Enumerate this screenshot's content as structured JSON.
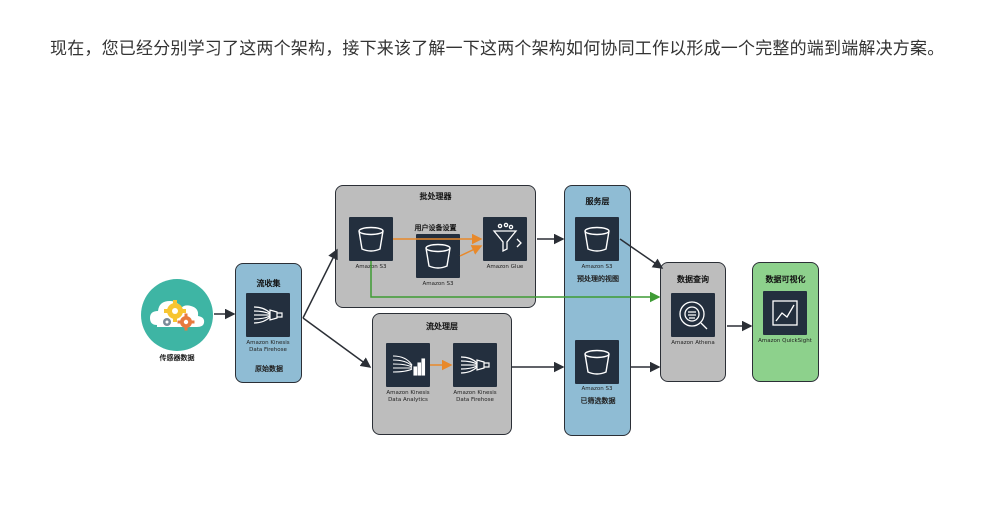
{
  "intro_text": "现在，您已经分别学习了这两个架构，接下来该了解一下这两个架构如何协同工作以形成一个完整的端到端解决方案。",
  "sensor": {
    "label": "传感器数据",
    "icon": "cloud-gears-icon"
  },
  "ingest": {
    "title": "流收集",
    "service": "Amazon Kinesis Data Firehose",
    "note": "原始数据"
  },
  "batch": {
    "title": "批处理器",
    "s3_label": "Amazon S3",
    "settings_title": "用户设备设置",
    "settings_s3_label": "Amazon S3",
    "glue_label": "Amazon Glue"
  },
  "stream": {
    "title": "流处理层",
    "analytics_label": "Amazon Kinesis Data Analytics",
    "firehose_label": "Amazon Kinesis Data Firehose"
  },
  "serving": {
    "title": "服务层",
    "top_s3_label": "Amazon S3",
    "top_note": "预处理的视图",
    "bottom_s3_label": "Amazon S3",
    "bottom_note": "已筛选数据"
  },
  "query": {
    "title": "数据查询",
    "service": "Amazon Athena"
  },
  "viz": {
    "title": "数据可视化",
    "service": "Amazon QuickSight"
  },
  "colors": {
    "panel_grey": "#bdbdbd",
    "panel_blue": "#8fbcd4",
    "panel_green": "#8dd18c",
    "tile": "#232f3e",
    "arrow_dark": "#2b2f36",
    "arrow_orange": "#e8892b",
    "arrow_green": "#3f9c35"
  }
}
